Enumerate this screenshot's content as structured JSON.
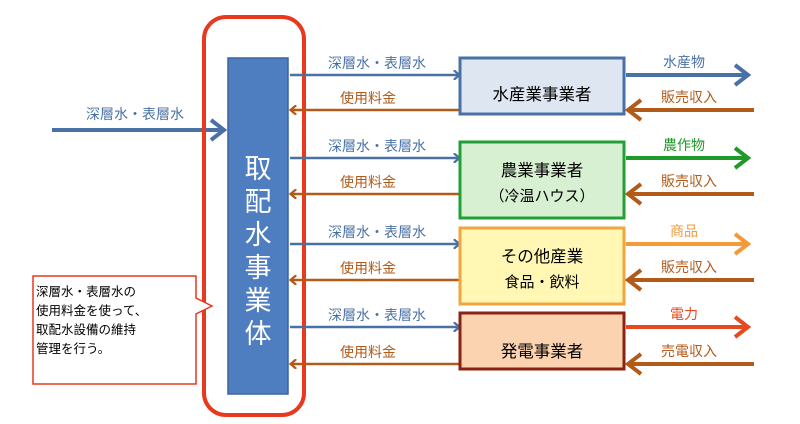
{
  "colors": {
    "blue_arrow": "#4a71a6",
    "brown_arrow": "#b25a18",
    "green_arrow": "#1e9a2a",
    "orange_arrow": "#f59a3a",
    "red_arrow": "#e8481e",
    "body_fill": "#4f7ec0",
    "body_outline_highlight": "#e8391f",
    "note_border": "#e8391f"
  },
  "input_label": "深層水・表層水",
  "central_body": "取配水事業体",
  "note_lines": [
    "深層水・表層水の",
    "使用料金を使って、",
    "取配水設備の維持",
    "管理を行う。"
  ],
  "rows": [
    {
      "to_label": "深層水・表層水",
      "back_label": "使用料金",
      "box_lines": [
        "水産業事業者"
      ],
      "box_fill": "#dde6f1",
      "box_border": "#4a71a6",
      "product": "水産物",
      "product_color": "#4a71a6",
      "revenue": "販売収入"
    },
    {
      "to_label": "深層水・表層水",
      "back_label": "使用料金",
      "box_lines": [
        "農業事業者",
        "（冷温ハウス）"
      ],
      "box_fill": "#d6f0d1",
      "box_border": "#21a038",
      "product": "農作物",
      "product_color": "#1e9a2a",
      "revenue": "販売収入"
    },
    {
      "to_label": "深層水・表層水",
      "back_label": "使用料金",
      "box_lines": [
        "その他産業",
        "食品・飲料"
      ],
      "box_fill": "#fff7b3",
      "box_border": "#f3a43a",
      "product": "商品",
      "product_color": "#f59a3a",
      "revenue": "販売収入"
    },
    {
      "to_label": "深層水・表層水",
      "back_label": "使用料金",
      "box_lines": [
        "発電事業者"
      ],
      "box_fill": "#fbd3b1",
      "box_border": "#8a2313",
      "product": "電力",
      "product_color": "#e8481e",
      "revenue": "売電収入"
    }
  ]
}
